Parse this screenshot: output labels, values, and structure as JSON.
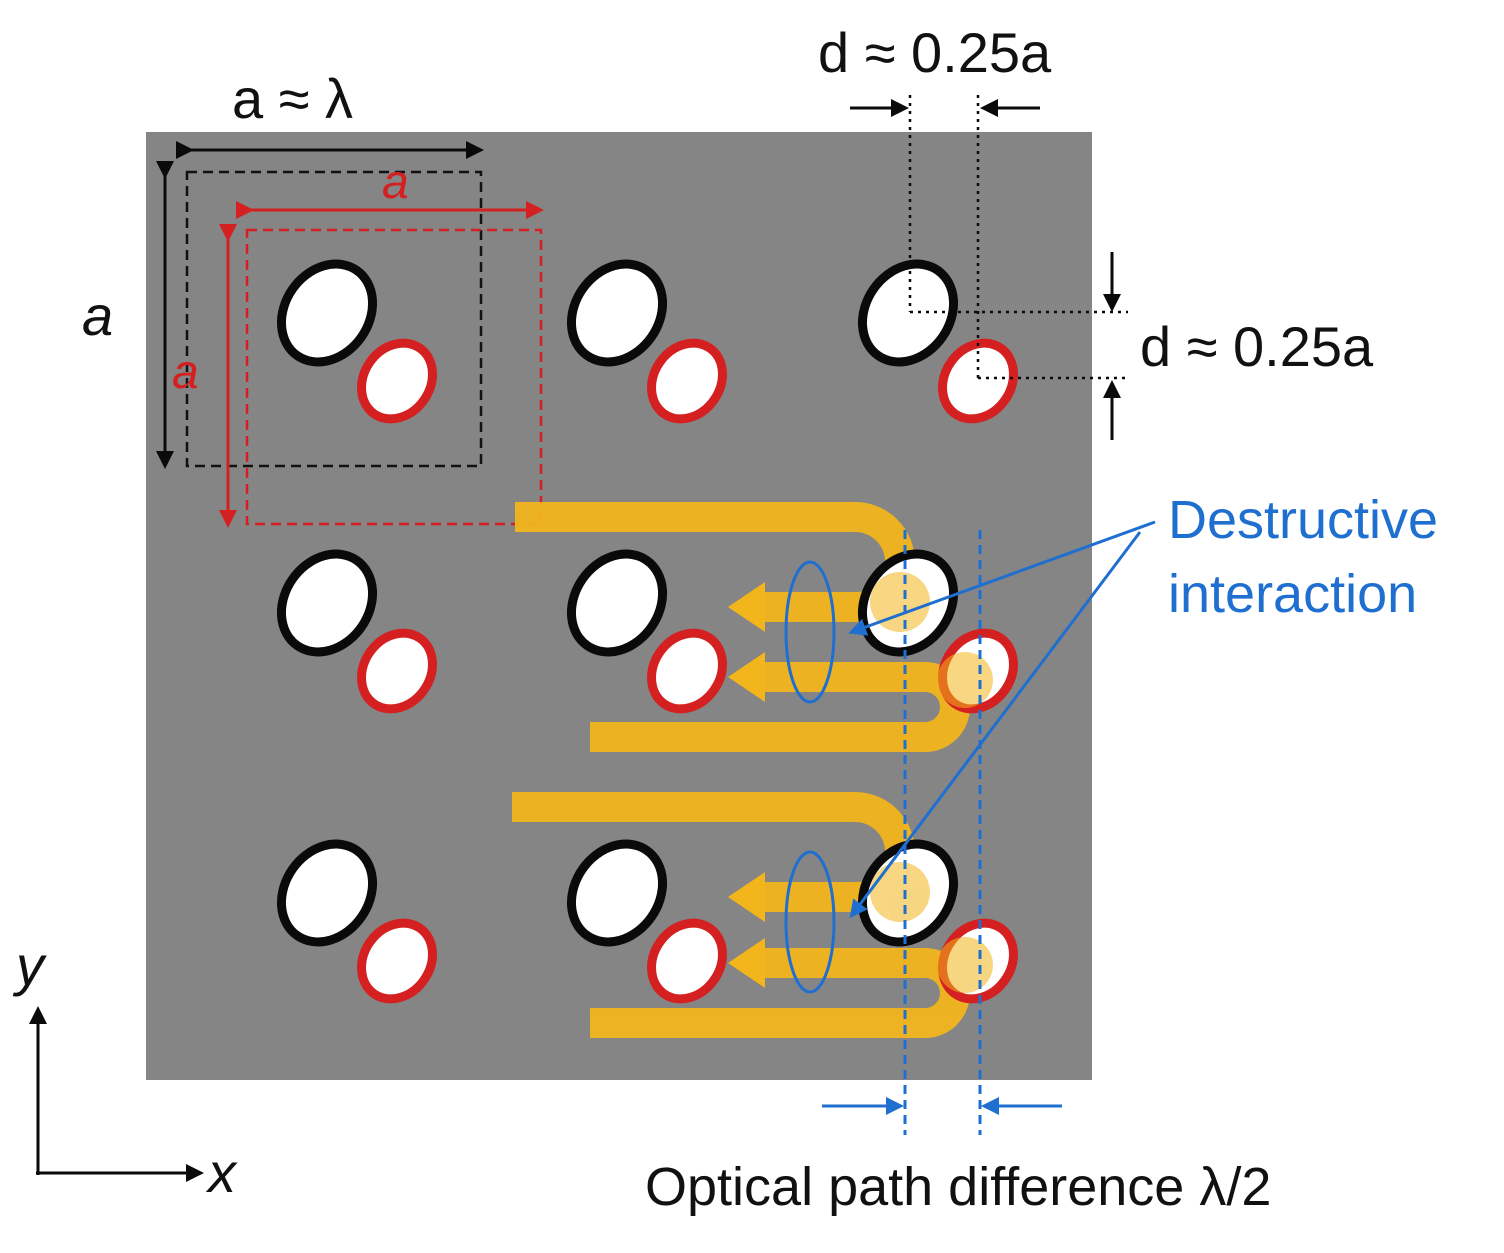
{
  "labels": {
    "lattice_const_top": "a ≈ λ",
    "lattice_const_left": "a",
    "red_a_top": "a",
    "red_a_left": "a",
    "shift_x": "d ≈ 0.25a",
    "shift_y": "d ≈ 0.25a",
    "destructive_line1": "Destructive",
    "destructive_line2": "interaction",
    "optical_path": "Optical path difference λ/2",
    "axis_x": "x",
    "axis_y": "y"
  },
  "colors": {
    "background": "#ffffff",
    "slab": "#858585",
    "black_hole_ring": "#0a0a0a",
    "red_hole_ring": "#d42020",
    "hole_fill": "#ffffff",
    "wave": "#f2b51c",
    "annotation_blue": "#1f6fd0",
    "text": "#111111"
  },
  "lattice": {
    "rows": 3,
    "columns": 3,
    "black_holes": "unit-cell lattice",
    "red_holes": "shifted lattice"
  }
}
